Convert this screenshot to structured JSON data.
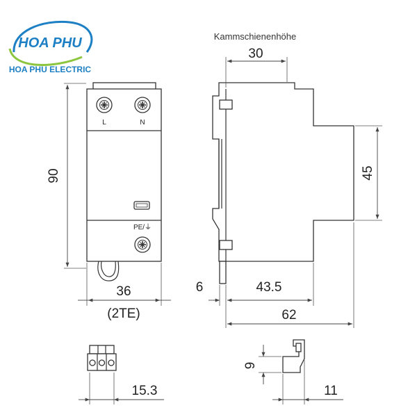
{
  "brand": {
    "logo_text": "HOA PHU",
    "company": "HOA PHU ELECTRIC",
    "colors": {
      "primary": "#1d7fc4",
      "accent": "#8cc63e"
    }
  },
  "front_view": {
    "terminal_top_left": "L",
    "terminal_top_right": "N",
    "terminal_bottom": "PE/⏚",
    "height_dim": "90",
    "width_dim": "36",
    "width_units": "(2TE)"
  },
  "side_view": {
    "title": "Kammschienenhöhe",
    "busbar_height_dim": "30",
    "rail_height_dim": "45",
    "clip_dim": "6",
    "depth_dim": "43.5",
    "total_depth_dim": "62"
  },
  "plug_front": {
    "width_dim": "15.3"
  },
  "plug_side": {
    "height_dim": "9",
    "width_dim": "11"
  }
}
